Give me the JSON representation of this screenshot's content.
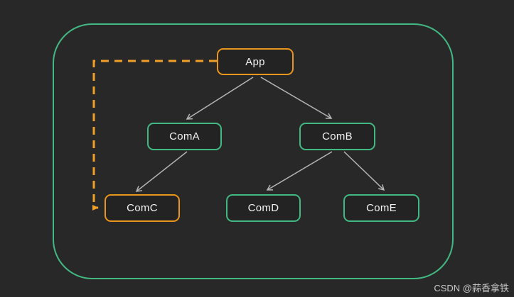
{
  "diagram": {
    "title": "component-tree",
    "nodes": [
      {
        "id": "app",
        "label": "App",
        "accent": "orange"
      },
      {
        "id": "coma",
        "label": "ComA",
        "accent": "green"
      },
      {
        "id": "comb",
        "label": "ComB",
        "accent": "green"
      },
      {
        "id": "comc",
        "label": "ComC",
        "accent": "orange"
      },
      {
        "id": "comd",
        "label": "ComD",
        "accent": "green"
      },
      {
        "id": "come",
        "label": "ComE",
        "accent": "green"
      }
    ],
    "edges": [
      {
        "from": "App",
        "to": "ComA",
        "style": "solid-gray-arrow"
      },
      {
        "from": "App",
        "to": "ComB",
        "style": "solid-gray-arrow"
      },
      {
        "from": "ComA",
        "to": "ComC",
        "style": "solid-gray-arrow"
      },
      {
        "from": "ComB",
        "to": "ComD",
        "style": "solid-gray-arrow"
      },
      {
        "from": "ComB",
        "to": "ComE",
        "style": "solid-gray-arrow"
      },
      {
        "from": "App",
        "to": "ComC",
        "style": "dashed-orange-arrow"
      }
    ],
    "colors": {
      "background": "#282828",
      "container_border_green": "#42b983",
      "node_border_green": "#42b983",
      "node_border_orange": "#e9961d",
      "dashed_arrow_orange": "#f09f28",
      "solid_arrow_gray": "#b5b5b5",
      "node_fill": "#232323",
      "label_text": "#f2f2f2"
    }
  },
  "watermark": {
    "text": "CSDN @蒜香拿铁"
  }
}
